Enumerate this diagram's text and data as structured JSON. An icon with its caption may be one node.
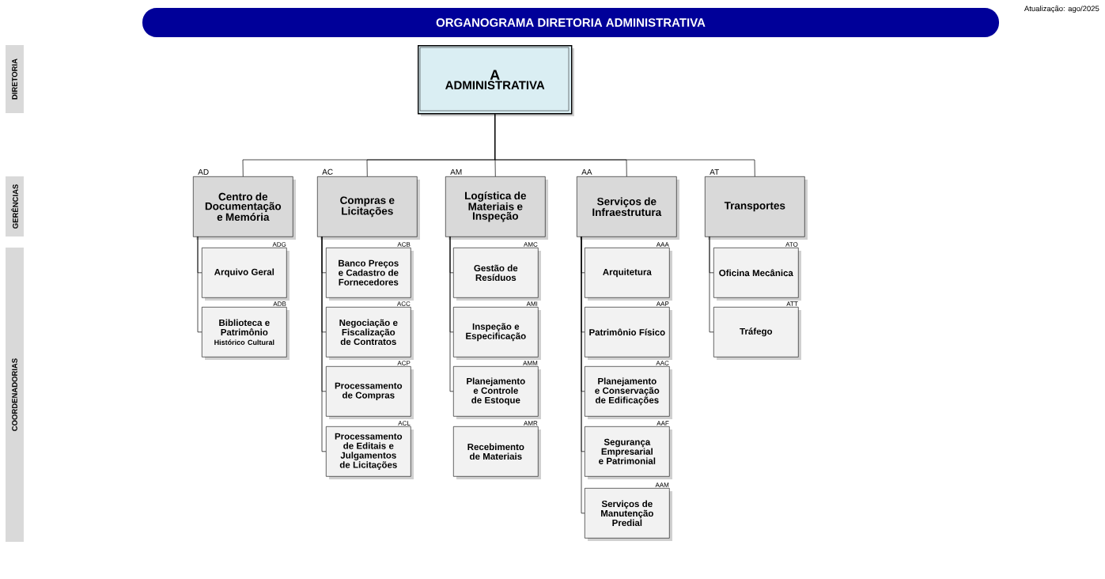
{
  "diagram": {
    "title": "ORGANOGRAMA DIRETORIA ADMINISTRATIVA",
    "nodes": [
      {
        "text": [
          "DIRETORIA"
        ]
      },
      {
        "text": [
          "GERÊNCIAS"
        ]
      },
      {
        "text": [
          "COORDENADORIAS"
        ]
      },
      {
        "text": [
          "A",
          "ADMINISTRATIVA"
        ]
      },
      {
        "text": [
          "Centro de Documentação e Memória"
        ],
        "beside": [
          "AD"
        ]
      },
      {
        "text": [
          "Compras e Licitações"
        ],
        "beside": [
          "AC"
        ]
      },
      {
        "text": [
          "Logística de Materiais e Inspeção"
        ],
        "beside": [
          "AM"
        ]
      },
      {
        "text": [
          "Serviços de Infraestrutura"
        ],
        "beside": [
          "AA"
        ]
      },
      {
        "text": [
          "Transportes"
        ],
        "beside": [
          "AT"
        ]
      },
      {
        "text": [
          "Arquivo Geral"
        ],
        "beside": [
          "ADG"
        ]
      },
      {
        "text": [
          "Biblioteca e Patrimônio",
          "Histórico Cultural"
        ],
        "beside": [
          "ADB"
        ]
      },
      {
        "text": [
          "Banco Preços e Cadastro de Fornecedores"
        ],
        "beside": [
          "ACB"
        ]
      },
      {
        "text": [
          "Negociação e Fiscalização de Contratos"
        ],
        "beside": [
          "ACC"
        ]
      },
      {
        "text": [
          "Processamento de Compras"
        ],
        "beside": [
          "ACP"
        ]
      },
      {
        "text": [
          "Processamento de Editais e Julgamentos de Licitações"
        ],
        "beside": [
          "ACL"
        ]
      },
      {
        "text": [
          "Gestão de Resíduos"
        ],
        "beside": [
          "AMC"
        ]
      },
      {
        "text": [
          "Inspeção e Especificação"
        ],
        "beside": [
          "AMI"
        ]
      },
      {
        "text": [
          "Planejamento e Controle de Estoque"
        ],
        "beside": [
          "AMM"
        ]
      },
      {
        "text": [
          "Recebimento de Materiais"
        ],
        "beside": [
          "AMR"
        ]
      },
      {
        "text": [
          "Arquitetura"
        ],
        "beside": [
          "AAA"
        ]
      },
      {
        "text": [
          "Patrimônio Físico"
        ],
        "beside": [
          "AAP"
        ]
      },
      {
        "text": [
          "Planejamento e Conservação de Edificações"
        ],
        "beside": [
          "AAC"
        ]
      },
      {
        "text": [
          "Segurança Empresarial e Patrimonial"
        ],
        "beside": [
          "AAF"
        ]
      },
      {
        "text": [
          "Serviços de Manutenção Predial"
        ],
        "beside": [
          "AAM"
        ]
      },
      {
        "text": [
          "Oficina Mecânica"
        ],
        "beside": [
          "ATO"
        ]
      },
      {
        "text": [
          "Tráfego"
        ],
        "beside": [
          "ATT"
        ]
      }
    ],
    "edges": [
      {
        "from": 3,
        "to": 4,
        "arrow": "none"
      },
      {
        "from": 3,
        "to": 5,
        "arrow": "none"
      },
      {
        "from": 3,
        "to": 6,
        "arrow": "none"
      },
      {
        "from": 3,
        "to": 7,
        "arrow": "none"
      },
      {
        "from": 3,
        "to": 8,
        "arrow": "none"
      },
      {
        "from": 4,
        "to": 9,
        "arrow": "none"
      },
      {
        "from": 4,
        "to": 10,
        "arrow": "none"
      },
      {
        "from": 5,
        "to": 11,
        "arrow": "none"
      },
      {
        "from": 5,
        "to": 12,
        "arrow": "none"
      },
      {
        "from": 5,
        "to": 13,
        "arrow": "none"
      },
      {
        "from": 5,
        "to": 14,
        "arrow": "none"
      },
      {
        "from": 6,
        "to": 15,
        "arrow": "none"
      },
      {
        "from": 6,
        "to": 16,
        "arrow": "none"
      },
      {
        "from": 6,
        "to": 17,
        "arrow": "none"
      },
      {
        "from": 7,
        "to": 19,
        "arrow": "none"
      },
      {
        "from": 7,
        "to": 20,
        "arrow": "none"
      },
      {
        "from": 7,
        "to": 21,
        "arrow": "none"
      },
      {
        "from": 7,
        "to": 22,
        "arrow": "none"
      },
      {
        "from": 7,
        "to": 23,
        "arrow": "none"
      },
      {
        "from": 8,
        "to": 24,
        "arrow": "none"
      },
      {
        "from": 8,
        "to": 25,
        "arrow": "none"
      }
    ],
    "labels": [
      "Atualização: ago/2025"
    ]
  }
}
